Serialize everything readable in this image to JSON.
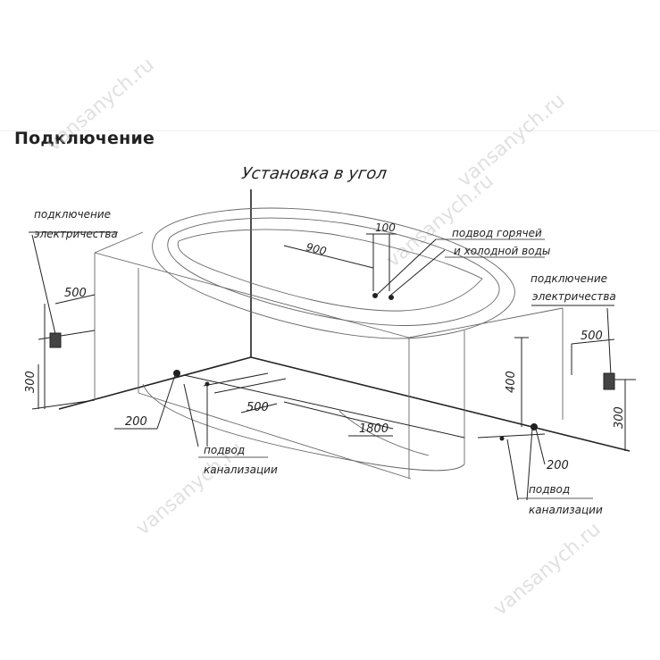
{
  "section": {
    "heading": "Подключение"
  },
  "diagram": {
    "title": "Установка в угол",
    "labels": {
      "power_left_1": "подключение",
      "power_left_2": "электричества",
      "power_right_1": "подключение",
      "power_right_2": "электричества",
      "water_1": "подвод горячей",
      "water_2": "и холодной воды",
      "drain_left_1": "подвод",
      "drain_left_2": "канализации",
      "drain_right_1": "подвод",
      "drain_right_2": "канализации"
    },
    "dimensions": {
      "d100": "100",
      "d900": "900",
      "d500_left": "500",
      "d500_right": "500",
      "d500_floor": "500",
      "d300_left": "300",
      "d300_right": "300",
      "d400": "400",
      "d200_left": "200",
      "d200_right": "200",
      "d1800": "1800"
    }
  },
  "watermark": {
    "text": "vansanych.ru"
  },
  "colors": {
    "line": "#222222",
    "faint": "#aaaaaa",
    "watermark": "#c8c8c8"
  }
}
